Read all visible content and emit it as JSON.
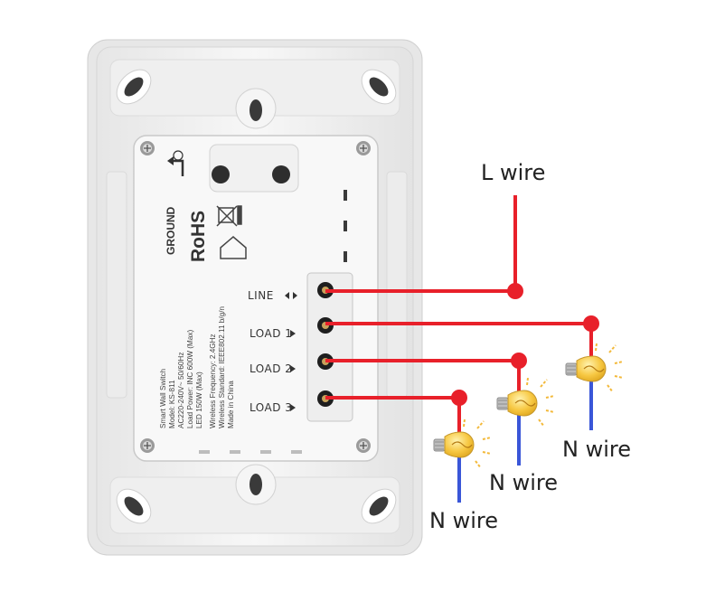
{
  "labels": {
    "l_wire": "L wire",
    "n_wire_1": "N wire",
    "n_wire_2": "N wire",
    "n_wire_3": "N wire"
  },
  "terminals": {
    "line": "LINE",
    "load1": "LOAD 1",
    "load2": "LOAD 2",
    "load3": "LOAD 3"
  },
  "device": {
    "ground": "GROUND",
    "rohs": "RoHS",
    "specs": [
      "Smart Wall Switch",
      "Model: KS-811",
      "AC220-240V~ 50/60Hz",
      "Load Power: INC 600W (Max)",
      "LED 150W (Max)",
      "Wireless Frequency: 2.4GHz",
      "Wireless Standard: IEEE802.11 b/g/n",
      "Made in China"
    ]
  },
  "colors": {
    "live_wire": "#e8202a",
    "neutral_wire": "#3a56d8",
    "plate": "#f4f4f4",
    "bulb_glass": "#f7c843",
    "bulb_base": "#b9b9b9"
  }
}
